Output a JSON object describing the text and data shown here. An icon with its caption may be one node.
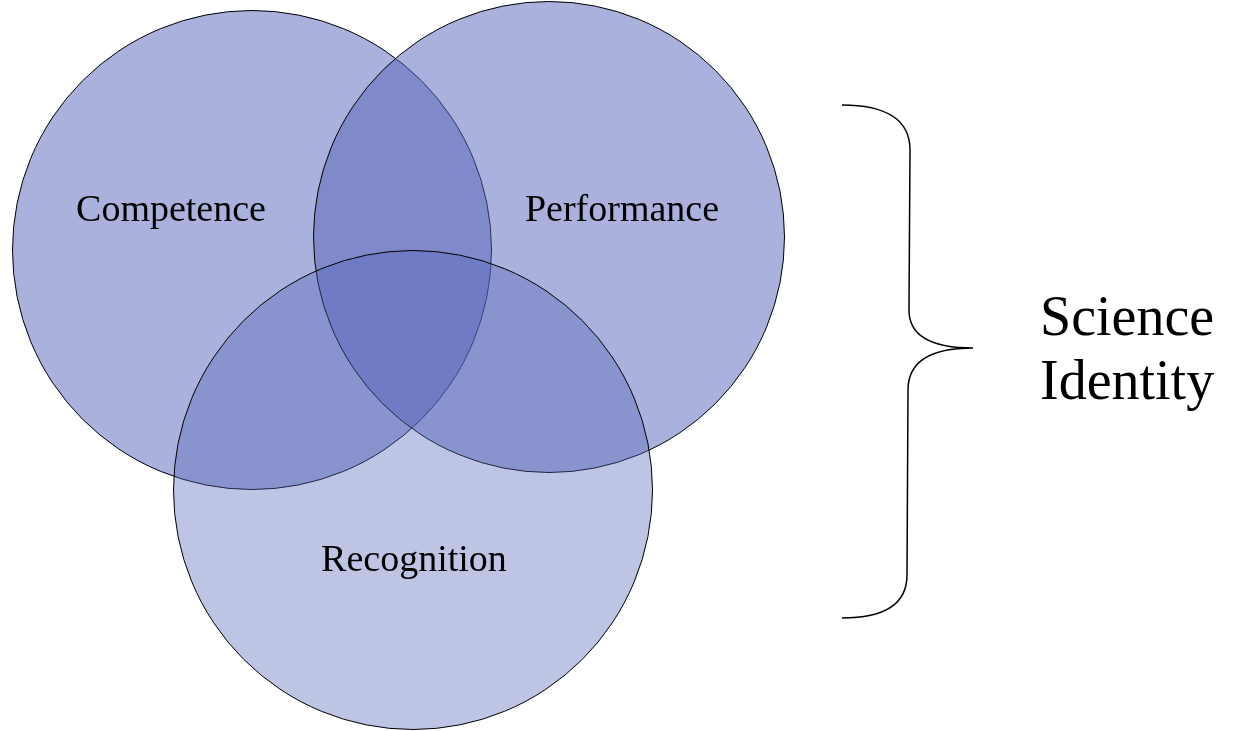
{
  "diagram": {
    "nodes": [
      {
        "text": [
          "Competence"
        ]
      },
      {
        "text": [
          "Performance"
        ]
      },
      {
        "text": [
          "Recognition"
        ]
      }
    ],
    "labels": [
      "Science Identity"
    ]
  }
}
